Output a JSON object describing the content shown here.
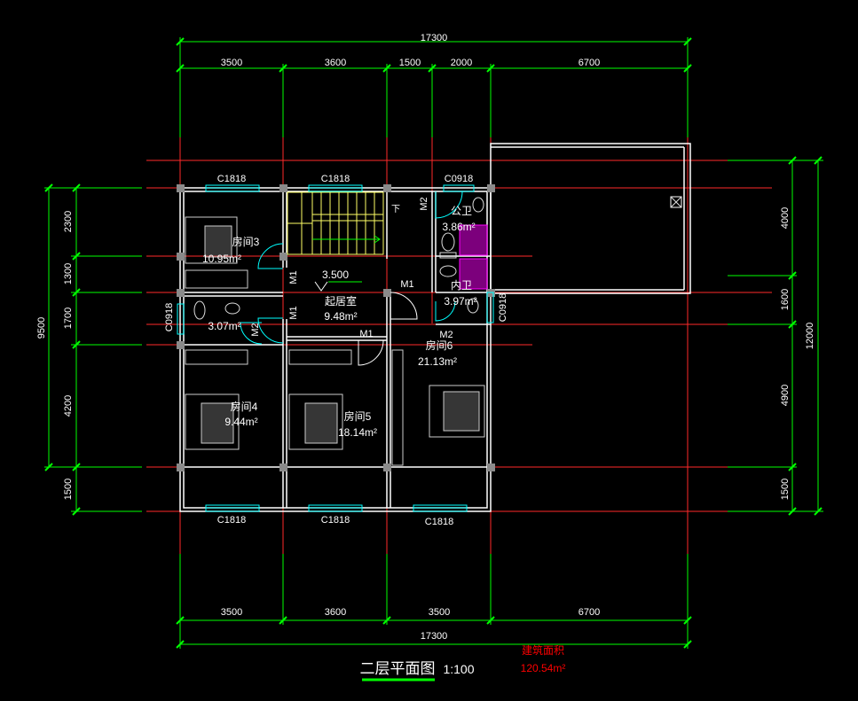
{
  "title": "二层平面图",
  "scale": "1:100",
  "area": {
    "label": "建筑面积",
    "value": "120.54m²"
  },
  "dims": {
    "top_total": "17300",
    "top_segments": [
      "3500",
      "3600",
      "1500",
      "2000",
      "6700"
    ],
    "bottom_segments": [
      "3500",
      "3600",
      "3500",
      "6700"
    ],
    "bottom_total": "17300",
    "left_total": "9500",
    "left_segments": [
      "2300",
      "1300",
      "1700",
      "4200",
      "1500"
    ],
    "right_total": "12000",
    "right_segments": [
      "4000",
      "1600",
      "4900",
      "1500"
    ]
  },
  "windows": {
    "top_1": "C1818",
    "top_2": "C1818",
    "top_3": "C0918",
    "left": "C0918",
    "right": "C0918",
    "bottom_1": "C1818",
    "bottom_2": "C1818",
    "bottom_3": "C1818"
  },
  "doors": {
    "m2_top": "M2",
    "m1_a": "M1",
    "m1_b": "M1",
    "m1_c": "M1",
    "m1_d": "M1",
    "m2_left": "M2",
    "m2_mid": "M2",
    "down": "下"
  },
  "rooms": {
    "room3": {
      "name": "房间3",
      "area": "10.95m²"
    },
    "public_wc": {
      "name": "公卫",
      "area": "3.86m²"
    },
    "inner_wc": {
      "name": "内卫",
      "area": "3.97m²"
    },
    "bath_left": {
      "area": "3.07m²"
    },
    "living": {
      "name": "起居室",
      "area": "9.48m²",
      "level": "3.500"
    },
    "room6": {
      "name": "房间6",
      "area": "21.13m²"
    },
    "room4": {
      "name": "房间4",
      "area": "9.44m²"
    },
    "room5": {
      "name": "房间5",
      "area": "18.14m²"
    }
  },
  "colors": {
    "dim": "#00ff00",
    "axis": "#ff2a2a",
    "wall": "#ffffff",
    "window": "#00ffff",
    "fixture": "#ff00ff",
    "text": "#ffffff",
    "area_text": "#ff0000",
    "furniture": "#cccccc"
  }
}
